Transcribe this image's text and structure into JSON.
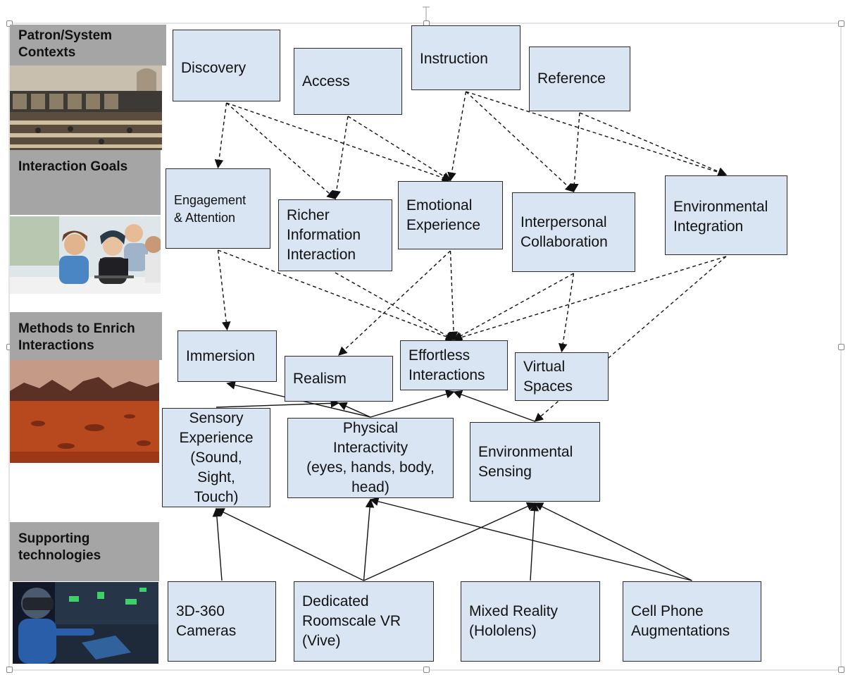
{
  "sections": [
    {
      "id": "contexts",
      "label": "Patron/System\nContexts",
      "photo": "library-reading-room-photo"
    },
    {
      "id": "goals",
      "label": "Interaction Goals",
      "photo": "students-laptop-photo"
    },
    {
      "id": "methods",
      "label": "Methods to Enrich\nInteractions",
      "photo": "red-desert-landscape-photo"
    },
    {
      "id": "tech",
      "label": "Supporting\ntechnologies",
      "photo": "vr-headset-user-photo"
    }
  ],
  "nodes": {
    "discovery": "Discovery",
    "access": "Access",
    "instruction": "Instruction",
    "reference": "Reference",
    "engagement": "Engagement\n& Attention",
    "richer": "Richer\nInformation\nInteraction",
    "emotional": "Emotional\nExperience",
    "interpersonal": "Interpersonal\nCollaboration",
    "environmental_integration": "Environmental\nIntegration",
    "immersion": "Immersion",
    "realism": "Realism",
    "effortless": "Effortless\nInteractions",
    "virtual": "Virtual\nSpaces",
    "sensory": "Sensory\nExperience\n(Sound,\nSight,\nTouch)",
    "physical": "Physical\nInteractivity\n(eyes, hands, body,\nhead)",
    "sensing": "Environmental\nSensing",
    "cameras": "3D-360\nCameras",
    "roomscale": "Dedicated\nRoomscale VR\n(Vive)",
    "mixed": "Mixed Reality\n(Hololens)",
    "cellphone": "Cell Phone\nAugmentations"
  },
  "edges": {
    "dashed": [
      [
        "discovery",
        "engagement"
      ],
      [
        "discovery",
        "richer"
      ],
      [
        "discovery",
        "emotional"
      ],
      [
        "access",
        "richer"
      ],
      [
        "access",
        "emotional"
      ],
      [
        "instruction",
        "emotional"
      ],
      [
        "instruction",
        "interpersonal"
      ],
      [
        "instruction",
        "environmental_integration"
      ],
      [
        "reference",
        "interpersonal"
      ],
      [
        "reference",
        "environmental_integration"
      ],
      [
        "engagement",
        "immersion"
      ],
      [
        "engagement",
        "effortless"
      ],
      [
        "richer",
        "effortless"
      ],
      [
        "emotional",
        "realism"
      ],
      [
        "emotional",
        "effortless"
      ],
      [
        "interpersonal",
        "effortless"
      ],
      [
        "interpersonal",
        "virtual"
      ],
      [
        "environmental_integration",
        "effortless"
      ],
      [
        "environmental_integration",
        "sensing"
      ]
    ],
    "solid": [
      [
        "sensory",
        "realism"
      ],
      [
        "physical",
        "immersion"
      ],
      [
        "physical",
        "realism"
      ],
      [
        "physical",
        "effortless"
      ],
      [
        "sensing",
        "effortless"
      ],
      [
        "cameras",
        "sensory"
      ],
      [
        "roomscale",
        "sensory"
      ],
      [
        "roomscale",
        "physical"
      ],
      [
        "roomscale",
        "sensing"
      ],
      [
        "mixed",
        "sensing"
      ],
      [
        "cellphone",
        "physical"
      ],
      [
        "cellphone",
        "sensing"
      ]
    ]
  }
}
